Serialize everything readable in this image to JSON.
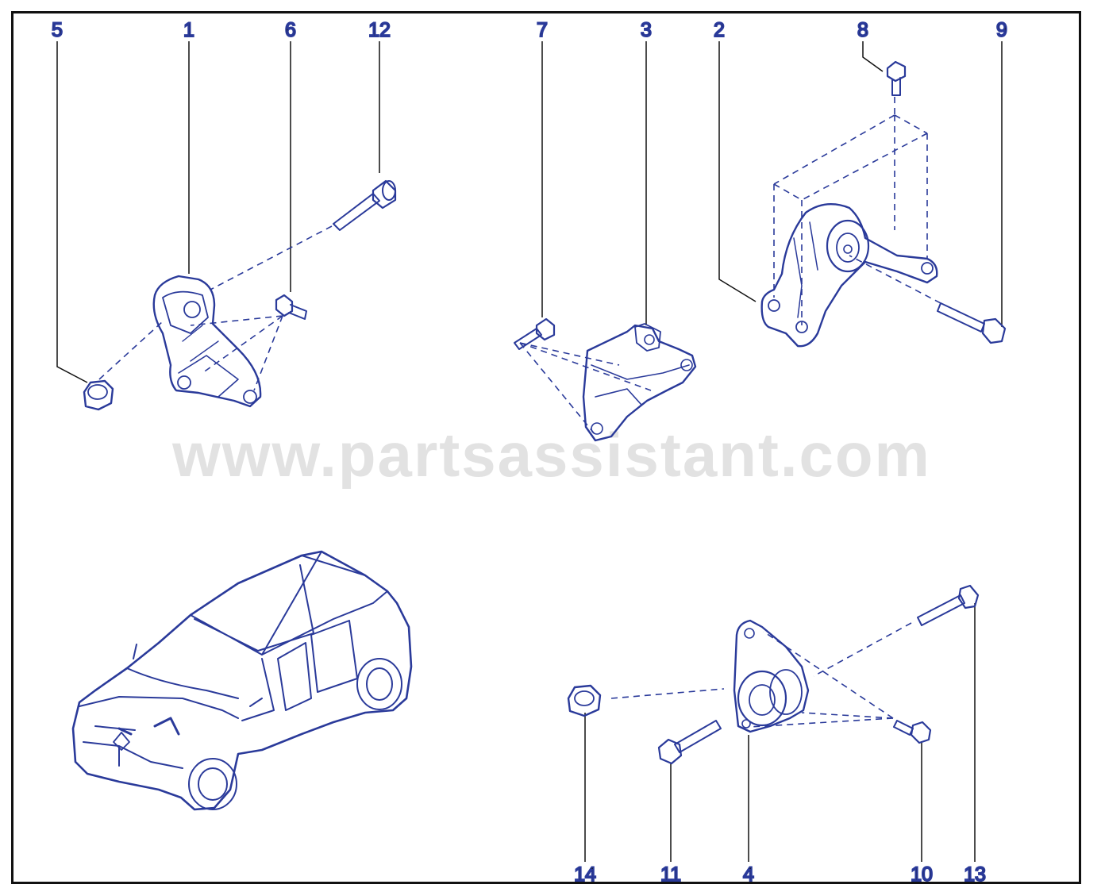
{
  "watermark": "www.partsassistant.com",
  "colors": {
    "line": "#2a3a9a",
    "text": "#111111",
    "frame": "#111111",
    "watermark": "#e2e2e2"
  },
  "callouts": [
    {
      "id": "5",
      "label": "5"
    },
    {
      "id": "1",
      "label": "1"
    },
    {
      "id": "6",
      "label": "6"
    },
    {
      "id": "12",
      "label": "12"
    },
    {
      "id": "7",
      "label": "7"
    },
    {
      "id": "3",
      "label": "3"
    },
    {
      "id": "2",
      "label": "2"
    },
    {
      "id": "8",
      "label": "8"
    },
    {
      "id": "9",
      "label": "9"
    },
    {
      "id": "14",
      "label": "14"
    },
    {
      "id": "11",
      "label": "11"
    },
    {
      "id": "4",
      "label": "4"
    },
    {
      "id": "10",
      "label": "10"
    },
    {
      "id": "13",
      "label": "13"
    }
  ]
}
